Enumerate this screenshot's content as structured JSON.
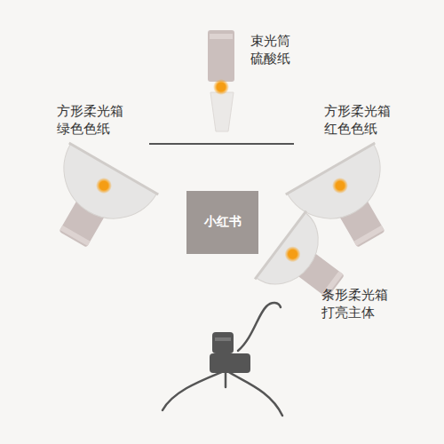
{
  "diagram": {
    "labels": [
      "束光筒 硫酸纸",
      "方形柔光箱 绿色色纸",
      "方形柔光箱 红色色纸",
      "小红书",
      "条形柔光箱 打亮主体"
    ]
  }
}
